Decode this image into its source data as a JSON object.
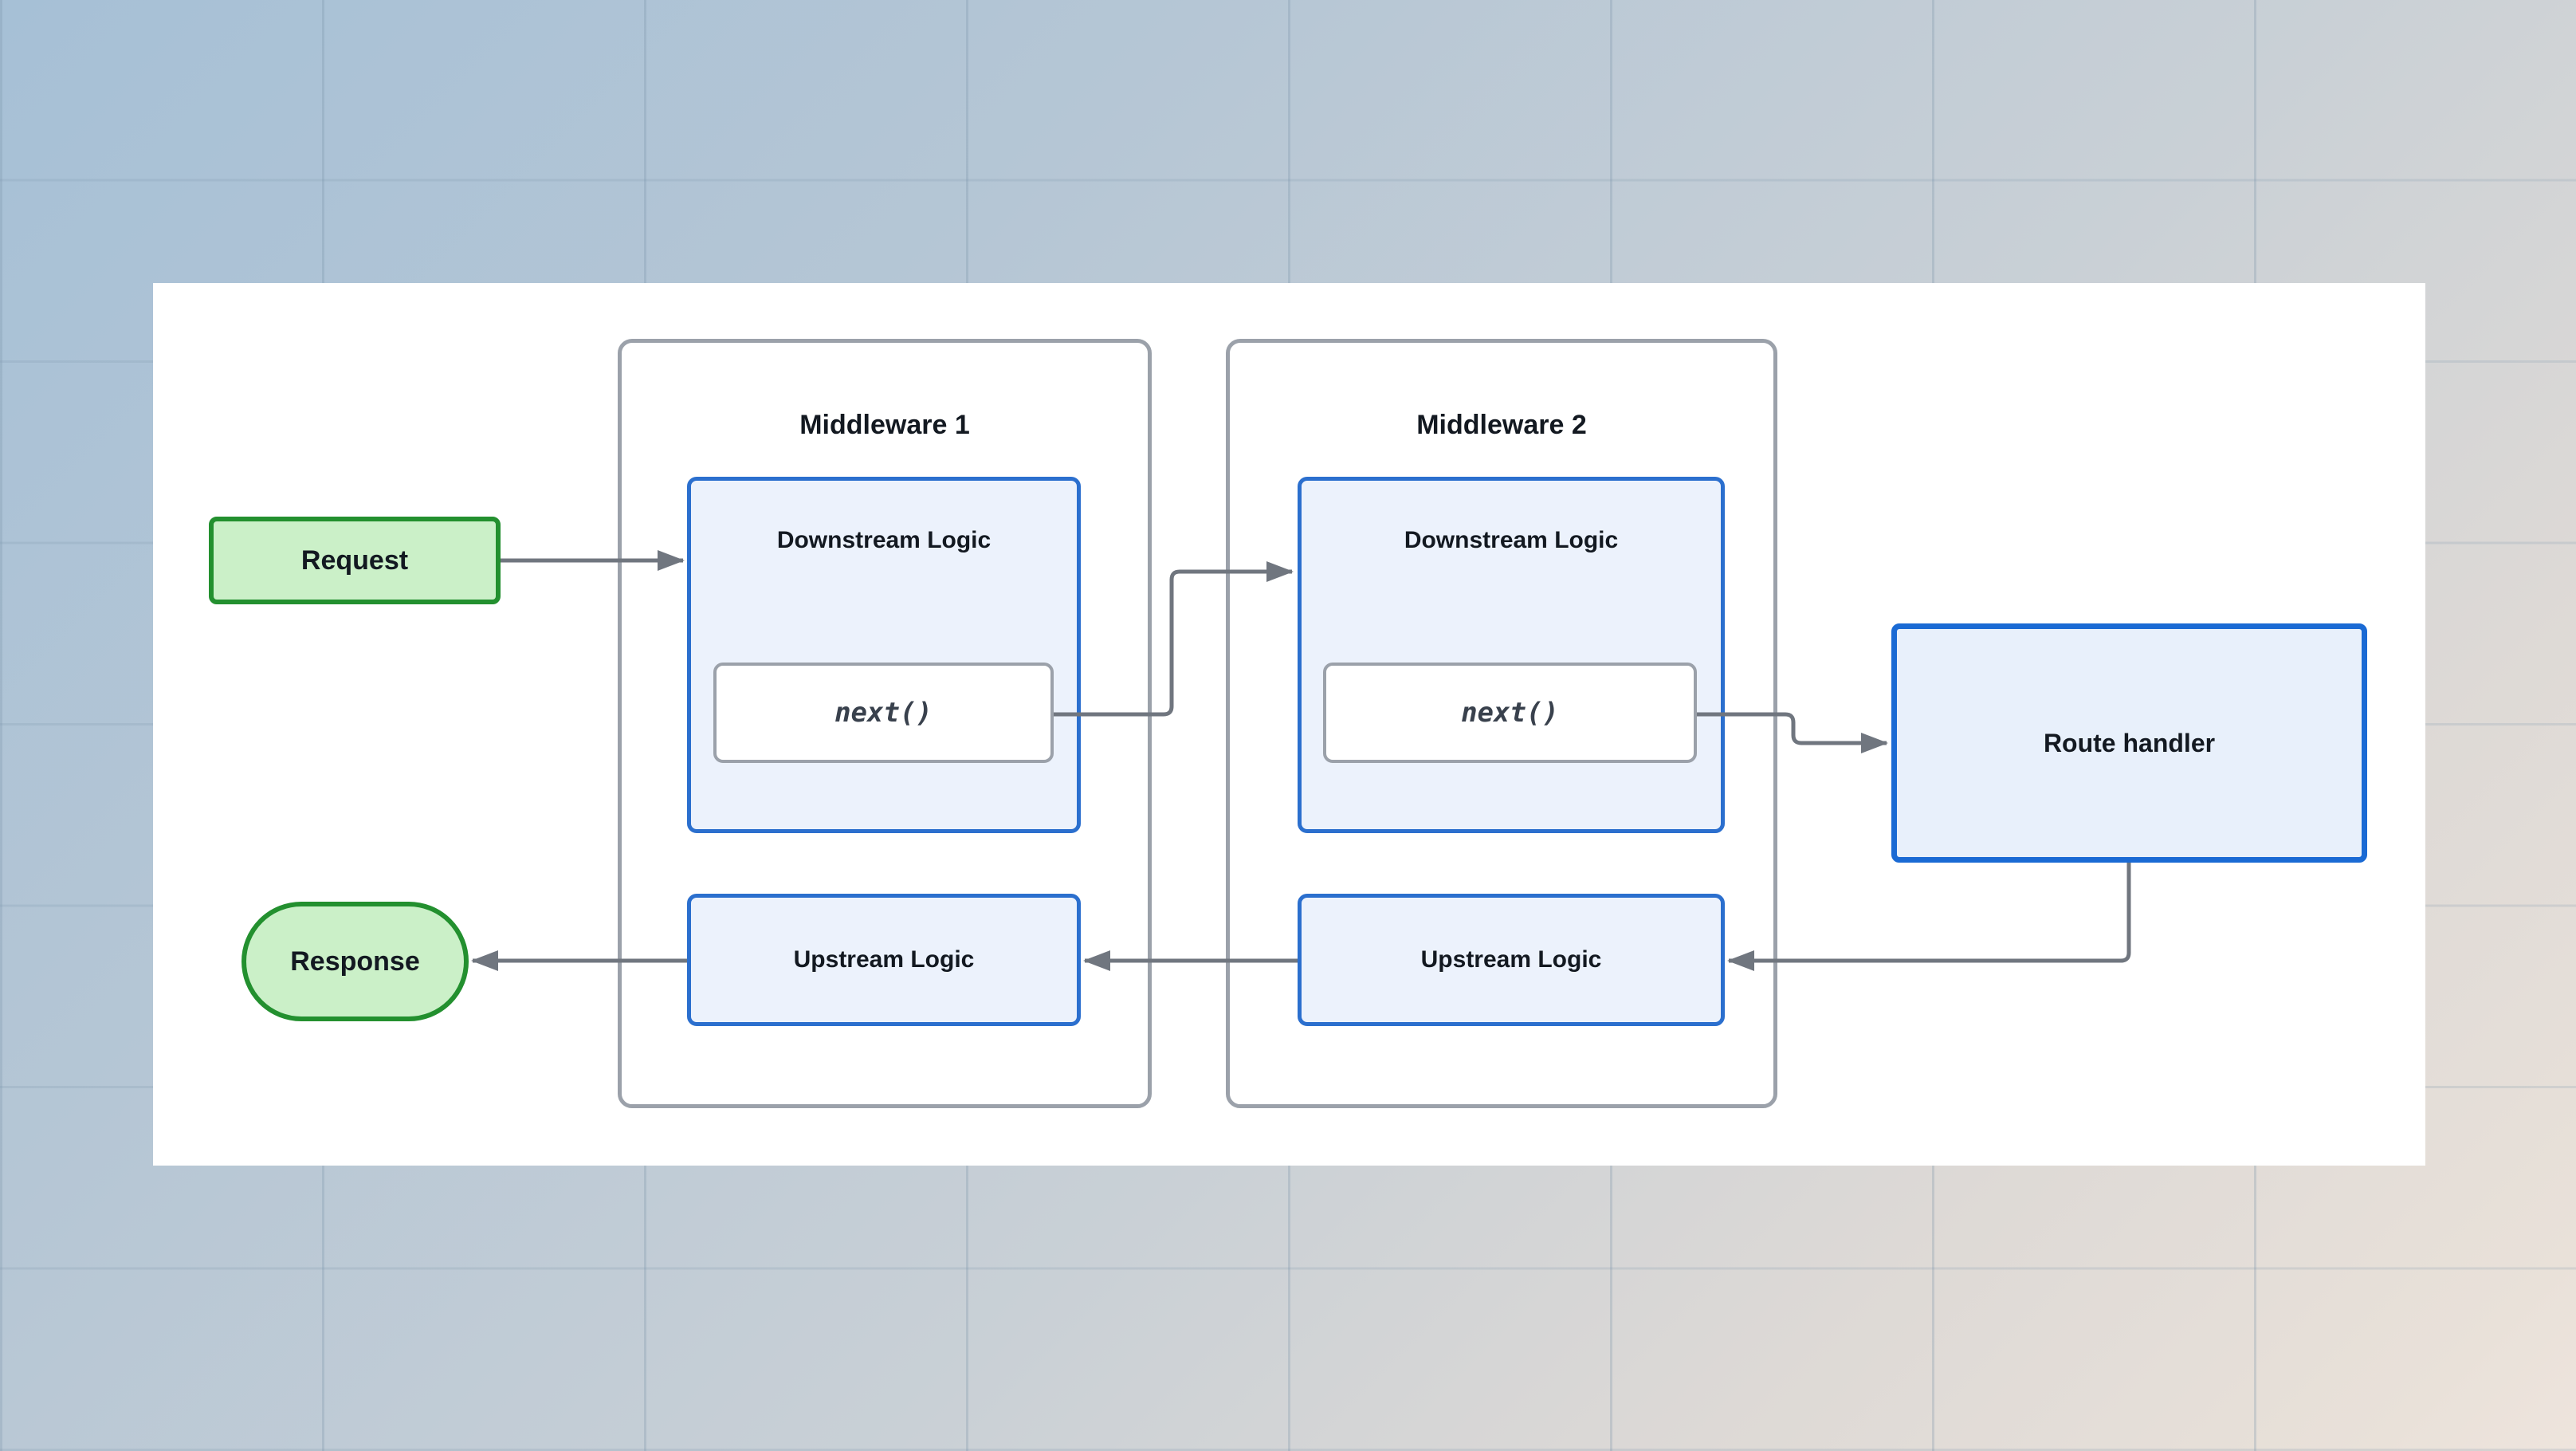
{
  "colors": {
    "background_top_left": "#a6c0d6",
    "background_mid": "#c3ced8",
    "background_bottom_right": "#e9e1d9",
    "canvas_bg": "#ffffff",
    "container_border": "#9ba1aa",
    "node_border_blue": "#2b6fce",
    "route_border_blue": "#1a6ad4",
    "node_fill_blue": "#ecf2fc",
    "next_fill": "#ffffff",
    "green_fill": "#cbf0c8",
    "green_border": "#23902f",
    "connector": "#70767f",
    "text": "#131921"
  },
  "nodes": {
    "request": {
      "label": "Request"
    },
    "response": {
      "label": "Response"
    },
    "route_handler": {
      "label": "Route handler"
    },
    "middleware1": {
      "title": "Middleware 1",
      "downstream": {
        "label": "Downstream Logic"
      },
      "next": {
        "label": "next()"
      },
      "upstream": {
        "label": "Upstream Logic"
      }
    },
    "middleware2": {
      "title": "Middleware 2",
      "downstream": {
        "label": "Downstream Logic"
      },
      "next": {
        "label": "next()"
      },
      "upstream": {
        "label": "Upstream Logic"
      }
    }
  }
}
